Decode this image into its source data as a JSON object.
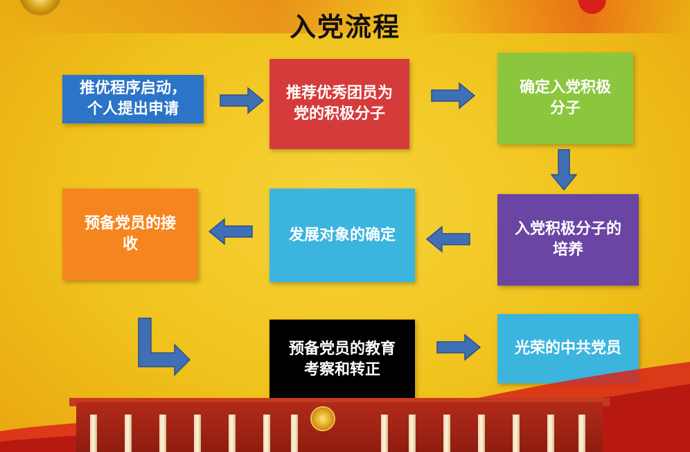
{
  "title": "入党流程",
  "steps": {
    "s1": {
      "label": "推优程序启动，\n个人提出申请",
      "color": "#2b74c8"
    },
    "s2": {
      "label": "推荐优秀团员为\n党的积极分子",
      "color": "#d63b3b"
    },
    "s3": {
      "label": "确定入党积极\n分子",
      "color": "#8cc63f"
    },
    "s4": {
      "label": "入党积极分子的\n培养",
      "color": "#6b45a3"
    },
    "s5": {
      "label": "发展对象的确定",
      "color": "#3bb5dd"
    },
    "s6": {
      "label": "预备党员的接\n收",
      "color": "#f5861f"
    },
    "s7": {
      "label": "预备党员的教育\n考察和转正",
      "color": "#000000"
    },
    "s8": {
      "label": "光荣的中共党员",
      "color": "#3bb5dd"
    }
  },
  "colors": {
    "arrow": "#3f6fb5",
    "arrow_stroke": "#2d4f86"
  }
}
